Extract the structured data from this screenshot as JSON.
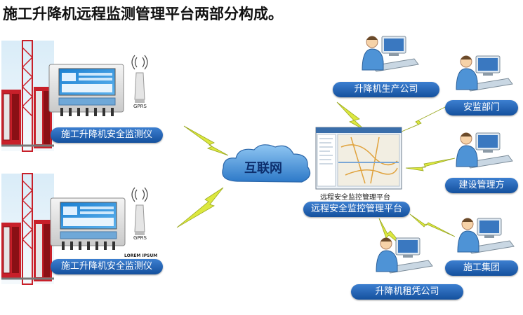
{
  "title": "施工升降机远程监测管理平台两部分构成。",
  "left": {
    "device_label_top": "施工升降机安全监测仪",
    "device_label_bottom": "施工升降机安全监测仪",
    "gprs_top": "GPRS",
    "gprs_bottom": "GPRS",
    "small_watermark": "LOREM IPSUM"
  },
  "center": {
    "cloud_label": "互联网",
    "platform_caption": "远程安全监控管理平台",
    "platform_label": "远程安全监控管理平台"
  },
  "right": {
    "nodes": [
      "升降机生产公司",
      "安监部门",
      "建设管理方",
      "施工集团",
      "升降机租凭公司"
    ]
  },
  "colors": {
    "pill_top": "#3d7fd0",
    "pill_bottom": "#14509d",
    "lightning": "#d8e63a",
    "cloud": "#2f7fcf",
    "crane": "#c8202a"
  }
}
